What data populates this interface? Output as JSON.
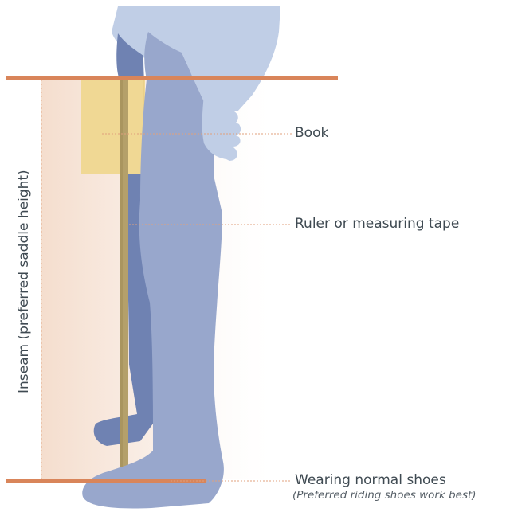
{
  "labels": {
    "book": "Book",
    "ruler": "Ruler or measuring tape",
    "shoes": "Wearing normal shoes",
    "shoes_note": "(Preferred riding shoes work best)",
    "inseam": "Inseam (preferred saddle height)"
  },
  "colors": {
    "floor_line": "#d9855a",
    "shade_light": "#f7e8de",
    "book": "#f0d894",
    "ruler": "#b4a06a",
    "leg_front": "#98a7cc",
    "leg_back": "#6f82b2",
    "torso": "#c0cee6",
    "leader": "#e0a07c",
    "text": "#3f4a52"
  }
}
